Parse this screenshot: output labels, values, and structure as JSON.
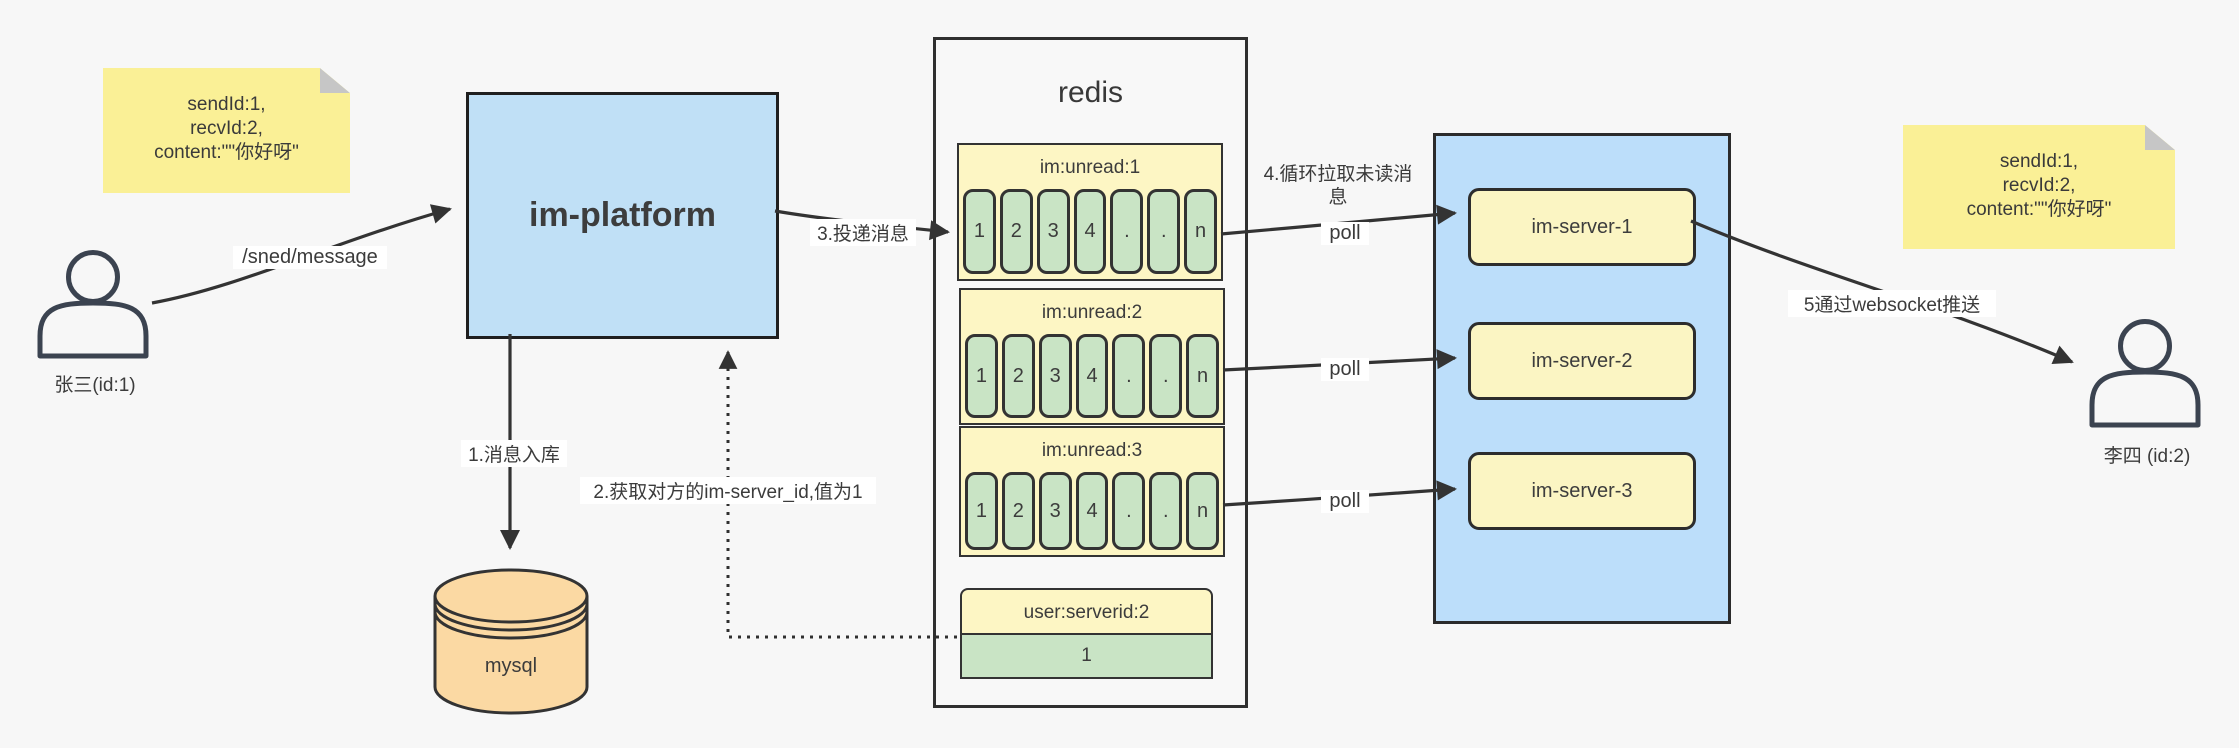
{
  "notes": {
    "left": {
      "line1": "sendId:1,",
      "line2": "recvId:2,",
      "line3": "content:\"\"你好呀\""
    },
    "right": {
      "line1": "sendId:1,",
      "line2": "recvId:2,",
      "line3": "content:\"\"你好呀\""
    }
  },
  "actors": {
    "sender": {
      "label": "张三(id:1)"
    },
    "receiver": {
      "label": "李四 (id:2)"
    }
  },
  "platform": {
    "title": "im-platform"
  },
  "database": {
    "label": "mysql"
  },
  "redis": {
    "title": "redis",
    "lists": [
      {
        "header": "im:unread:1",
        "cells": [
          "1",
          "2",
          "3",
          "4",
          ".",
          ".",
          "n"
        ]
      },
      {
        "header": "im:unread:2",
        "cells": [
          "1",
          "2",
          "3",
          "4",
          ".",
          ".",
          "n"
        ]
      },
      {
        "header": "im:unread:3",
        "cells": [
          "1",
          "2",
          "3",
          "4",
          ".",
          ".",
          "n"
        ]
      }
    ],
    "mapping": {
      "header": "user:serverid:2",
      "value": "1"
    }
  },
  "servers": {
    "s1": "im-server-1",
    "s2": "im-server-2",
    "s3": "im-server-3"
  },
  "edges": {
    "send": "/sned/message",
    "step1": "1.消息入库",
    "step2": "2.获取对方的im-server_id,值为1",
    "step3": "3.投递消息",
    "step4": "4.循环拉取未读消息",
    "step5": "5通过websocket推送",
    "poll": "poll"
  },
  "colors": {
    "background": "#f7f7f7",
    "note_yellow": "#faf096",
    "platform_blue": "#c0e0f6",
    "cluster_blue": "#bcdefa",
    "list_yellow": "#fdf6c4",
    "cell_green": "#c9e4c5",
    "server_yellow": "#fbf5c3",
    "mysql_tan": "#fbd9a3",
    "line": "#333333"
  }
}
